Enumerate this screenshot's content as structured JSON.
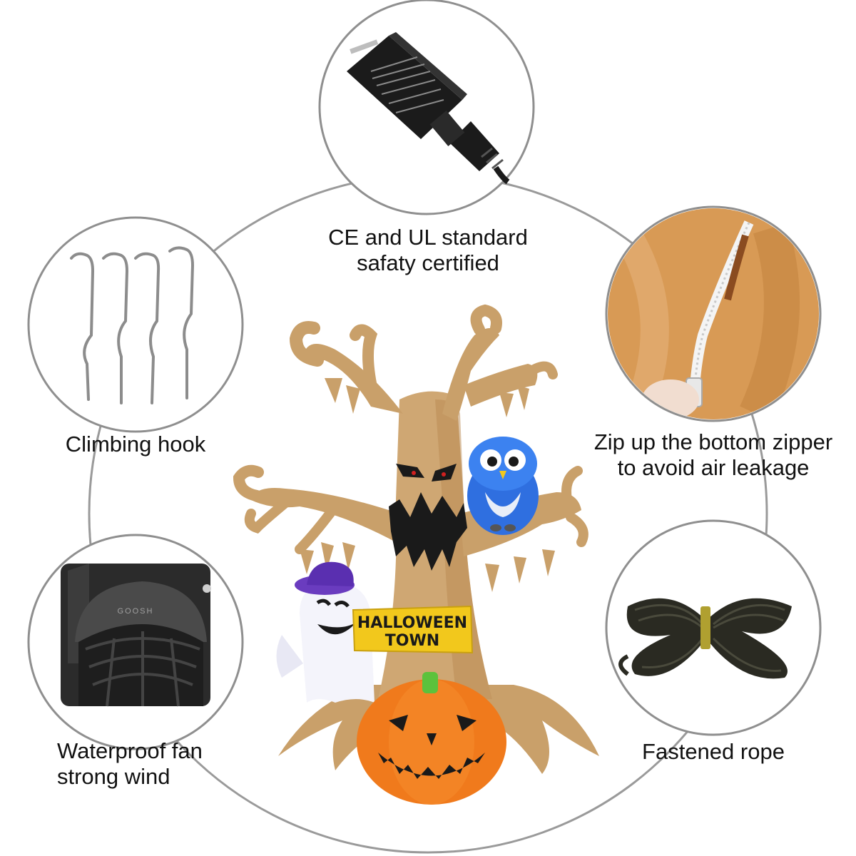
{
  "features": {
    "power": {
      "line1": "CE and UL standard",
      "line2": "safaty certified"
    },
    "hook": {
      "line1": "Climbing hook"
    },
    "zipper": {
      "line1": "Zip up the bottom zipper",
      "line2": "to avoid air leakage"
    },
    "fan": {
      "line1": "Waterproof fan",
      "line2": "strong wind"
    },
    "rope": {
      "line1": "Fastened rope"
    }
  },
  "sign": {
    "line1": "HALLOWEEN",
    "line2": "TOWN"
  },
  "fan_brand": "GOOSH",
  "colors": {
    "circle_stroke": "#9a9a9a",
    "tree": "#c9a06a",
    "pumpkin": "#f07a1c",
    "owl": "#2f6fe0",
    "sign": "#f2c81c",
    "zipper_fabric": "#d89a55"
  }
}
